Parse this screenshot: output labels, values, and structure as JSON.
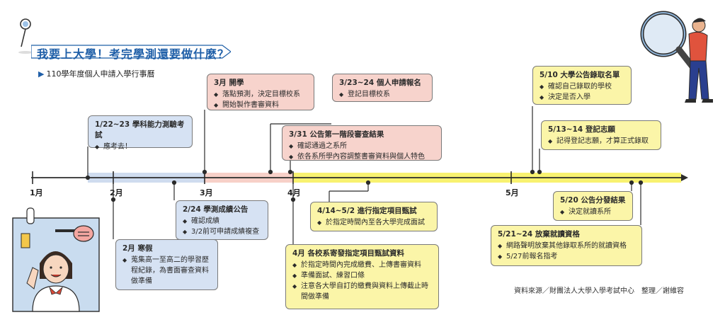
{
  "title": "我要上大學！考完學測還要做什麼？",
  "subtitle": "110學年度個人申請入學行事曆",
  "months": [
    "1月",
    "2月",
    "3月",
    "4月",
    "5月"
  ],
  "events": [
    {
      "id": "e1",
      "heading": "1/22~23  學科能力測驗考試",
      "items": [
        "應考去！"
      ],
      "color": "blue"
    },
    {
      "id": "e2",
      "heading": "2月  寒假",
      "items": [
        "蒐集高一至高二的學習歷程紀錄，為書面審查資料做準備"
      ],
      "color": "blue"
    },
    {
      "id": "e3",
      "heading": "2/24  學測成績公告",
      "items": [
        "確認成績",
        "3/2前可申請成績複查"
      ],
      "color": "blue"
    },
    {
      "id": "e4",
      "heading": "3月  開學",
      "items": [
        "落點預測，決定目標校系",
        "開始製作書審資料"
      ],
      "color": "pink"
    },
    {
      "id": "e5",
      "heading": "3/23~24  個人申請報名",
      "items": [
        "登記目標校系"
      ],
      "color": "pink"
    },
    {
      "id": "e6",
      "heading": "3/31  公告第一階段審查結果",
      "items": [
        "確認通過之系所",
        "依各系所學內容調整書審資料與個人特色"
      ],
      "color": "pink"
    },
    {
      "id": "e7",
      "heading": "4/14~5/2  進行指定項目甄試",
      "items": [
        "於指定時間內至各大學完成面試"
      ],
      "color": "yellow"
    },
    {
      "id": "e8",
      "heading": "4月  各校系寄發指定項目甄試資料",
      "items": [
        "於指定時間內完成繳費、上傳書審資料",
        "準備面試、練習口條",
        "注意各大學自訂的繳費與資料上傳截止時間做準備"
      ],
      "color": "yellow"
    },
    {
      "id": "e9",
      "heading": "5/10  大學公告錄取名單",
      "items": [
        "確認自己錄取的學校",
        "決定是否入學"
      ],
      "color": "yellow"
    },
    {
      "id": "e10",
      "heading": "5/13~14  登記志願",
      "items": [
        "記得登記志願，才算正式錄取"
      ],
      "color": "yellow"
    },
    {
      "id": "e11",
      "heading": "5/20  公告分發結果",
      "items": [
        "決定就讀系所"
      ],
      "color": "yellow"
    },
    {
      "id": "e12",
      "heading": "5/21~24  放棄就讀資格",
      "items": [
        "網路聲明放棄其他錄取系所的就讀資格",
        "5/27前報名指考"
      ],
      "color": "yellow"
    }
  ],
  "source": "資料來源／財團法人大學入學考試中心　整理／謝維容",
  "colors": {
    "blue": "#cfdcef",
    "pink": "#f7d0c8",
    "yellow": "#f8f270",
    "accent": "#1f5fa8"
  }
}
